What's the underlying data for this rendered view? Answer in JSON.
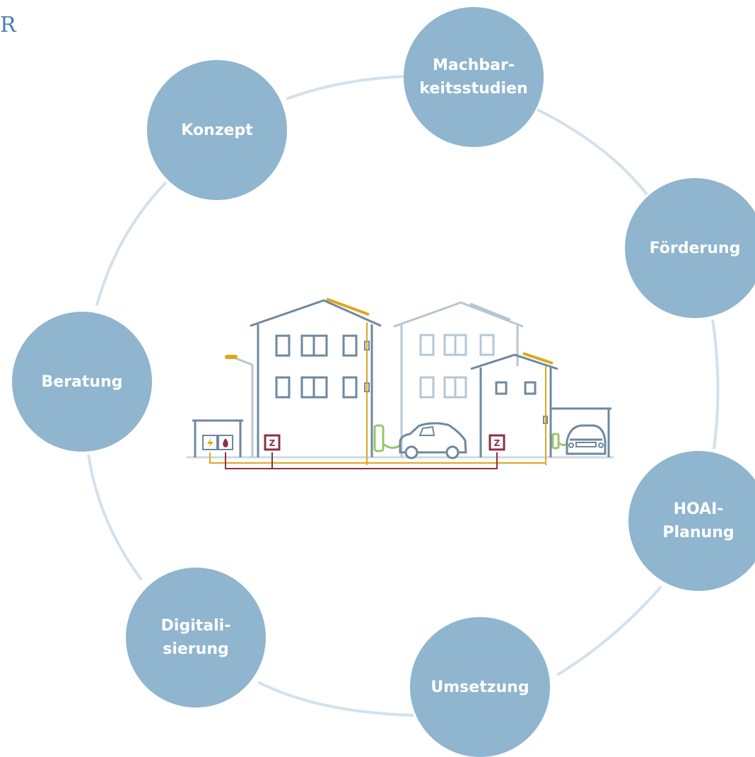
{
  "corner_glyph": "R",
  "nodes": [
    {
      "id": "konzept",
      "label": "Konzept"
    },
    {
      "id": "machbarkeitsstudien",
      "label": "Machbar-\nkeitsstudien"
    },
    {
      "id": "foerderung",
      "label": "Förderung"
    },
    {
      "id": "hoai-planung",
      "label": "HOAI-\nPlanung"
    },
    {
      "id": "umsetzung",
      "label": "Umsetzung"
    },
    {
      "id": "digitalisierung",
      "label": "Digitali-\nsierung"
    },
    {
      "id": "beratung",
      "label": "Beratung"
    }
  ],
  "illustration": {
    "meter_label": "Z",
    "utility_icons": [
      "lightning-icon",
      "flame-icon"
    ]
  },
  "colors": {
    "node_fill": "#8fb5cf",
    "ring": "#d3e1ec",
    "building_dark": "#6e889f",
    "building_light": "#b7c6d4",
    "solar": "#e0a61a",
    "meter": "#8e2f45",
    "charger": "#9cc46a"
  }
}
